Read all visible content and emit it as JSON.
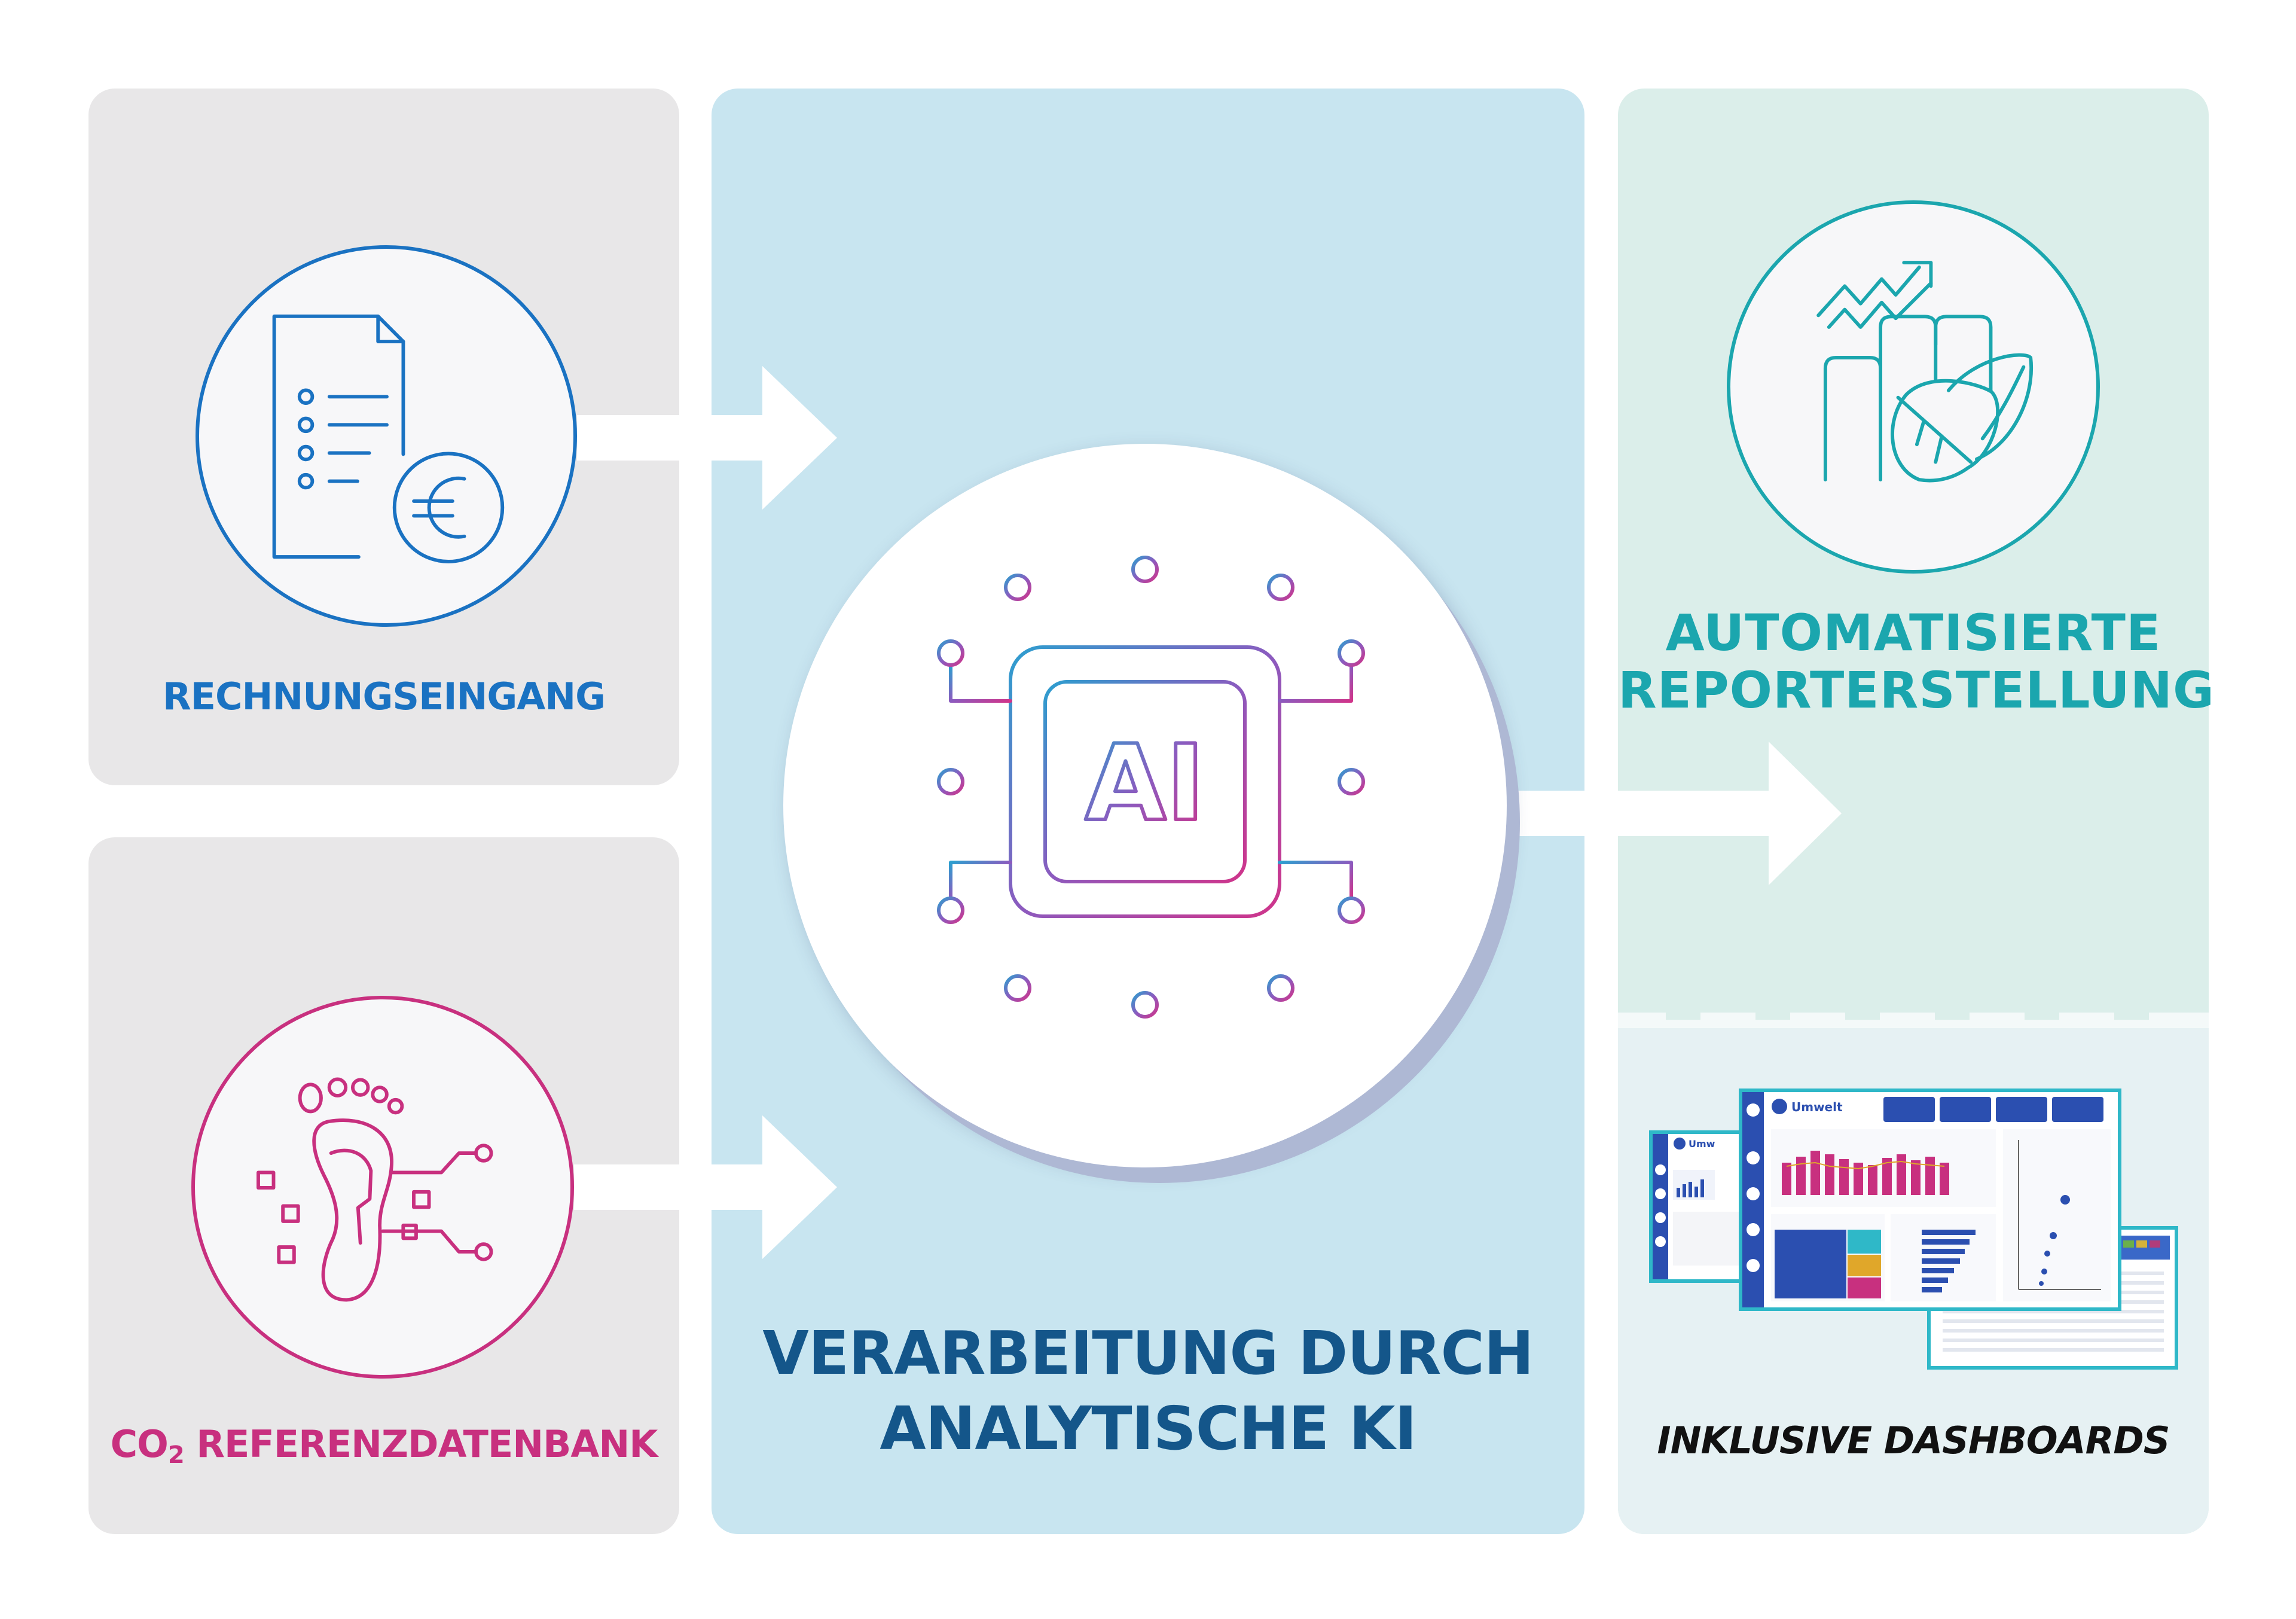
{
  "invoice": {
    "label": "RECHNUNGSEINGANG",
    "icon": "invoice-euro-icon",
    "color": "#1a72c2"
  },
  "co2": {
    "label_prefix": "CO",
    "label_sub": "2",
    "label_rest": " REFERENZDATENBANK",
    "icon": "footprint-icon",
    "color": "#c8307f"
  },
  "ai": {
    "title_line1": "VERARBEITUNG DURCH",
    "title_line2": "ANALYTISCHE KI",
    "chip_text": "AI",
    "icon": "ai-chip-icon",
    "color": "#14568a"
  },
  "report": {
    "title_line1": "AUTOMATISIERTE",
    "title_line2": "REPORTERSTELLUNG",
    "icon": "growth-leaf-icon",
    "color": "#1ba6ae"
  },
  "dashboards": {
    "label": "INKLUSIVE DASHBOARDS",
    "screen_title": "Umwelt",
    "side_title": "Umw"
  }
}
